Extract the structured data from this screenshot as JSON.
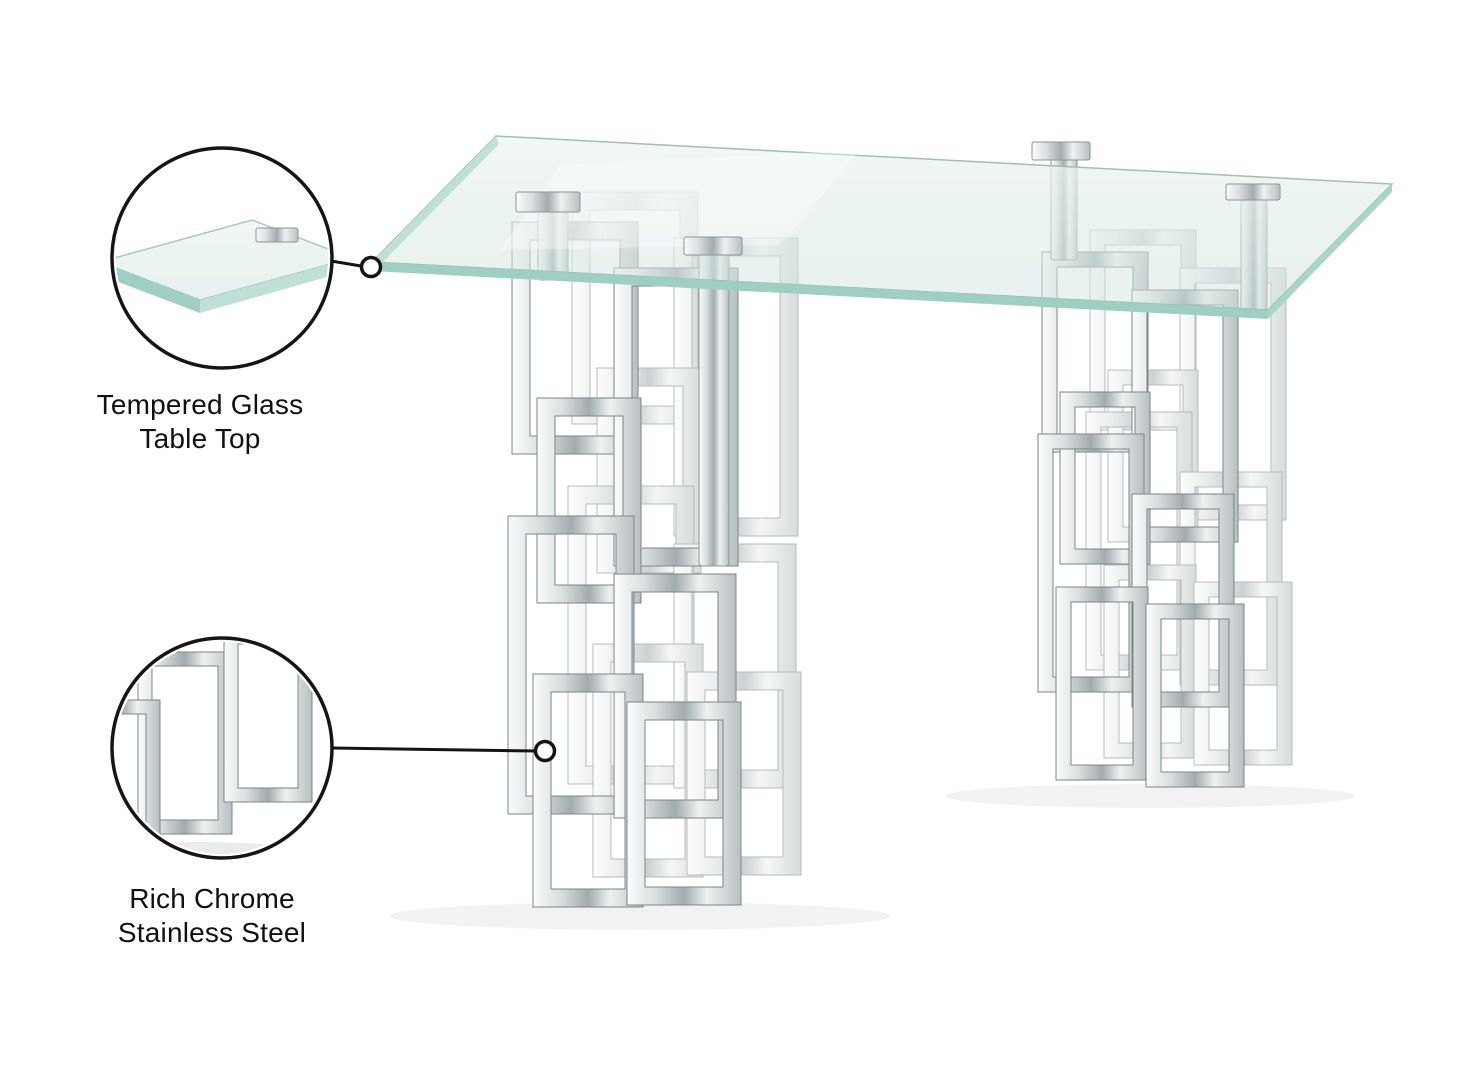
{
  "callouts": {
    "glass": {
      "label_line1": "Tempered Glass",
      "label_line2": "Table Top"
    },
    "chrome": {
      "label_line1": "Rich Chrome",
      "label_line2": "Stainless Steel"
    }
  },
  "colors": {
    "background": "#ffffff",
    "outline": "#141414",
    "chrome_light": "#fbfcfc",
    "chrome_mid": "#c7cccd",
    "chrome_dark": "#9aa3a6",
    "glass_tint": "#dcebe7",
    "glass_edge": "#9ecfc2"
  }
}
